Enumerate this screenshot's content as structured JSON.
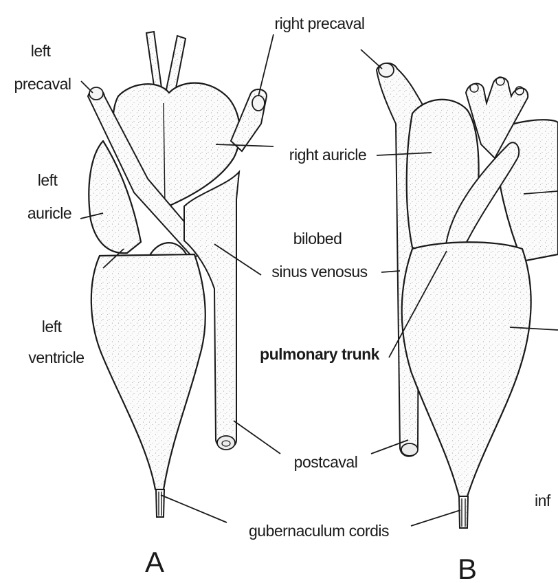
{
  "labels": {
    "left_precaval": [
      "left",
      "precaval"
    ],
    "right_precaval": "right precaval",
    "right_auricle": "right auricle",
    "left_auricle": [
      "left",
      "auricle"
    ],
    "bilobed_sinus_venosus": [
      "bilobed",
      "sinus venosus"
    ],
    "pulmonary_trunk": "pulmonary trunk",
    "left_ventricle": [
      "left",
      "ventricle"
    ],
    "postcaval": "postcaval",
    "gubernaculum_cordis": "gubernaculum cordis",
    "partial_right": "inf"
  },
  "panels": {
    "a": "A",
    "b": "B"
  }
}
